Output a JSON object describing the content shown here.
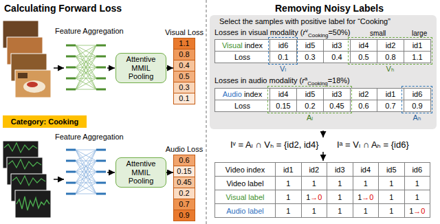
{
  "diagram": {
    "nodes": [
      {
        "text": [
          "Attentive MMIL Pooling"
        ]
      },
      {
        "text": [
          "Visual Loss"
        ]
      },
      {
        "text": [
          "1.1"
        ],
        "in": 1
      },
      {
        "text": [
          "0.8"
        ],
        "in": 1
      },
      {
        "text": [
          "0.4"
        ],
        "in": 1
      },
      {
        "text": [
          "0.5"
        ],
        "in": 1
      },
      {
        "text": [
          "0.3"
        ],
        "in": 1
      },
      {
        "text": [
          "0.1"
        ],
        "in": 1
      },
      {
        "text": [
          "Category: Cooking"
        ]
      },
      {
        "text": [
          "Attentive MMIL Pooling"
        ]
      },
      {
        "text": [
          "Audio Loss"
        ]
      },
      {
        "text": [
          "0.6"
        ],
        "in": 10
      },
      {
        "text": [
          "0.15"
        ],
        "in": 10
      },
      {
        "text": [
          "0.45"
        ],
        "in": 10
      },
      {
        "text": [
          "0.2"
        ],
        "in": 10
      },
      {
        "text": [
          "0.7"
        ],
        "in": 10
      },
      {
        "text": [
          "0.9"
        ],
        "in": 10
      },
      {
        "text": [
          "Select the samples with positive label for “Cooking”"
        ]
      },
      {
        "text": [
          "Vₗ"
        ],
        "in": 17
      },
      {
        "text": [
          "Vₕ"
        ],
        "in": 17
      },
      {
        "text": [
          "Aₗ"
        ],
        "in": 17
      },
      {
        "text": [
          "Aₕ"
        ],
        "in": 17
      }
    ],
    "edges": [
      {
        "from": 0,
        "to": 1,
        "arrow": "to"
      },
      {
        "from": 9,
        "to": 10,
        "arrow": "to"
      }
    ],
    "labels": [
      "Calculating Forward Loss",
      "Feature Aggregation",
      "Feature Aggregation",
      "Removing Noisy Labels",
      "Losses in visual modality (",
      "r",
      "v",
      "Cooking",
      "=50%)",
      "small",
      "large",
      "Visual",
      "index",
      "id6",
      "id5",
      "id3",
      "id4",
      "id2",
      "id1",
      "Loss",
      "0.1",
      "0.3",
      "0.4",
      "0.5",
      "0.8",
      "1.1",
      "Losses in audio modality (",
      "r",
      "a",
      "Cooking",
      "=18%)",
      "Audio",
      "index",
      "id4",
      "id5",
      "id3",
      "id2",
      "id1",
      "id6",
      "Loss",
      "0.15",
      "0.2",
      "0.45",
      "0.6",
      "0.7",
      "0.9",
      "Iᵛ = Aₗ ∩ Vₕ = {id2, id4}",
      "Iᵃ = Vₗ ∩ Aₕ = {id6}",
      "Video index",
      "id1",
      "id2",
      "id3",
      "id4",
      "id5",
      "id6",
      "Video label",
      "1",
      "1",
      "1",
      "1",
      "1",
      "1",
      "Visual label",
      "1",
      "1",
      "→0",
      "1",
      "1",
      "→0",
      "1",
      "1",
      "Audio label",
      "1",
      "1",
      "1",
      "1",
      "1",
      "1",
      "→0"
    ]
  }
}
